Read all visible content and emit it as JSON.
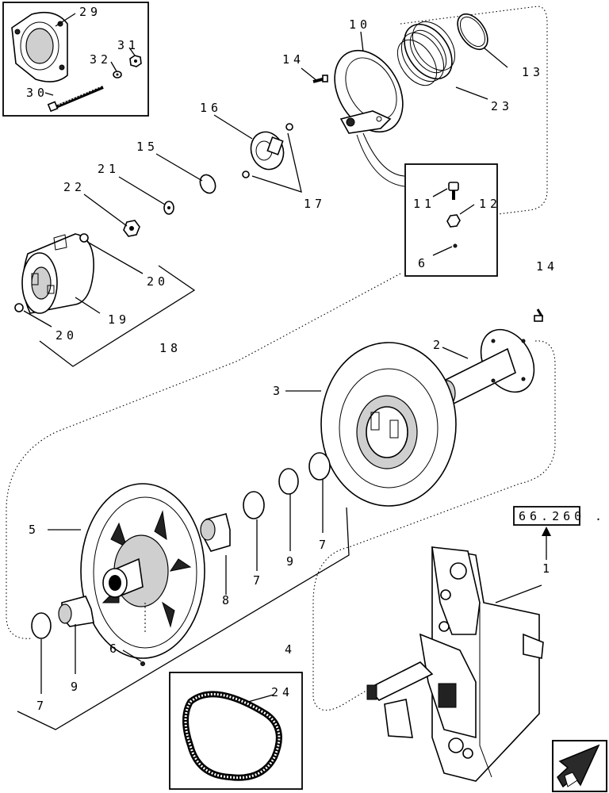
{
  "callouts": {
    "c1": "1",
    "c2": "2",
    "c3": "3",
    "c4": "4",
    "c5": "5",
    "c6a": "6",
    "c6b": "6",
    "c7a": "7",
    "c7b": "7",
    "c7c": "7",
    "c8": "8",
    "c9a": "9",
    "c9b": "9",
    "c10": "10",
    "c11": "11",
    "c12": "12",
    "c13": "13",
    "c14a": "14",
    "c14b": "14",
    "c15": "15",
    "c16": "16",
    "c17": "17",
    "c18": "18",
    "c19": "19",
    "c20a": "20",
    "c20b": "20",
    "c21": "21",
    "c22": "22",
    "c23": "23",
    "c24": "24",
    "c29": "29",
    "c30": "30",
    "c31": "31",
    "c32": "32"
  },
  "reference": {
    "section": "66.260",
    "suffix": "."
  },
  "icons": {
    "nav": "next-page-arrow-icon"
  }
}
